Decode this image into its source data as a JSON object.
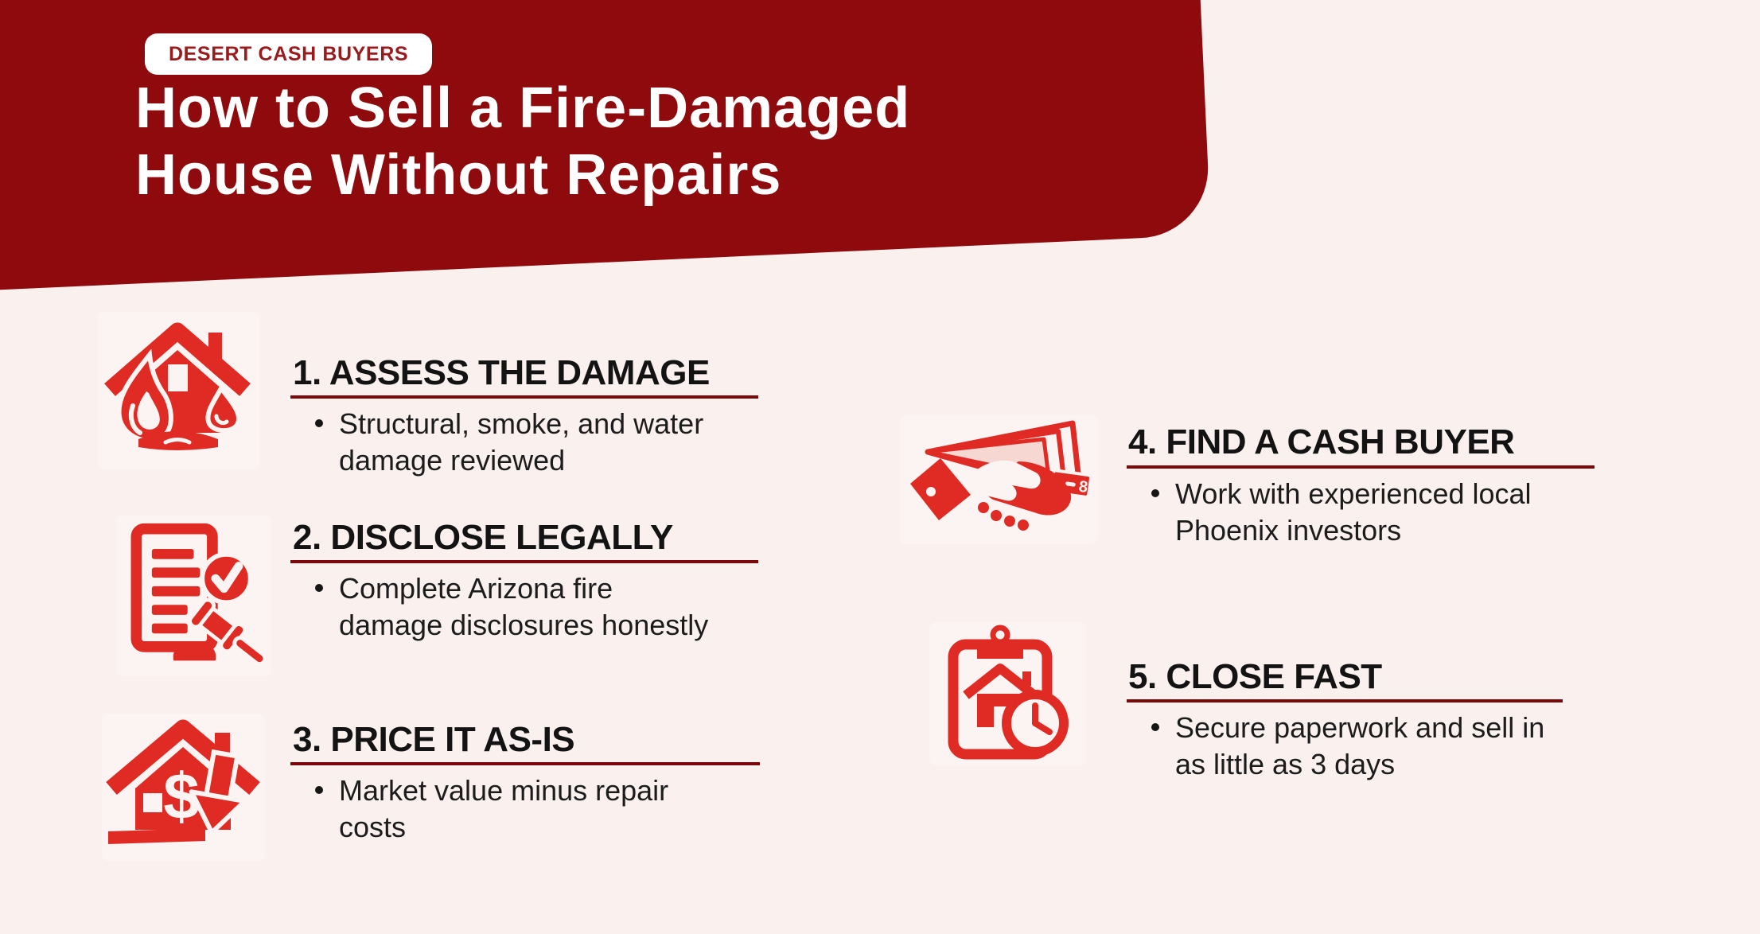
{
  "brand_badge": {
    "label": "DESERT CASH BUYERS"
  },
  "header": {
    "title_lines": [
      "How to Sell a Fire-Damaged",
      "House Without Repairs"
    ]
  },
  "steps": [
    {
      "heading": "1. ASSESS THE DAMAGE",
      "bullet": "Structural, smoke, and water\ndamage reviewed",
      "icon": "fire-damaged-house-icon"
    },
    {
      "heading": "2. DISCLOSE LEGALLY",
      "bullet": "Complete Arizona fire\ndamage disclosures honestly",
      "icon": "legal-document-gavel-check-icon"
    },
    {
      "heading": "3. PRICE IT AS-IS",
      "bullet": "Market value minus repair\ncosts",
      "icon": "house-price-drop-icon"
    },
    {
      "heading": "4. FIND A CASH BUYER",
      "bullet": "Work with experienced local\nPhoenix investors",
      "icon": "handshake-cash-icon"
    },
    {
      "heading": "5. CLOSE FAST",
      "bullet": "Secure paperwork and sell in\nas little as 3 days",
      "icon": "clipboard-house-clock-icon"
    }
  ],
  "colors": {
    "banner": "#8E0A0D",
    "background": "#FAF0EE",
    "icon_red": "#E02B24",
    "underline": "#7A090B",
    "heading_text": "#131313",
    "body_text": "#1C1C1C",
    "badge_bg": "#FFFFFF",
    "badge_text": "#9A1B1E",
    "title_text": "#FFFFFF"
  }
}
